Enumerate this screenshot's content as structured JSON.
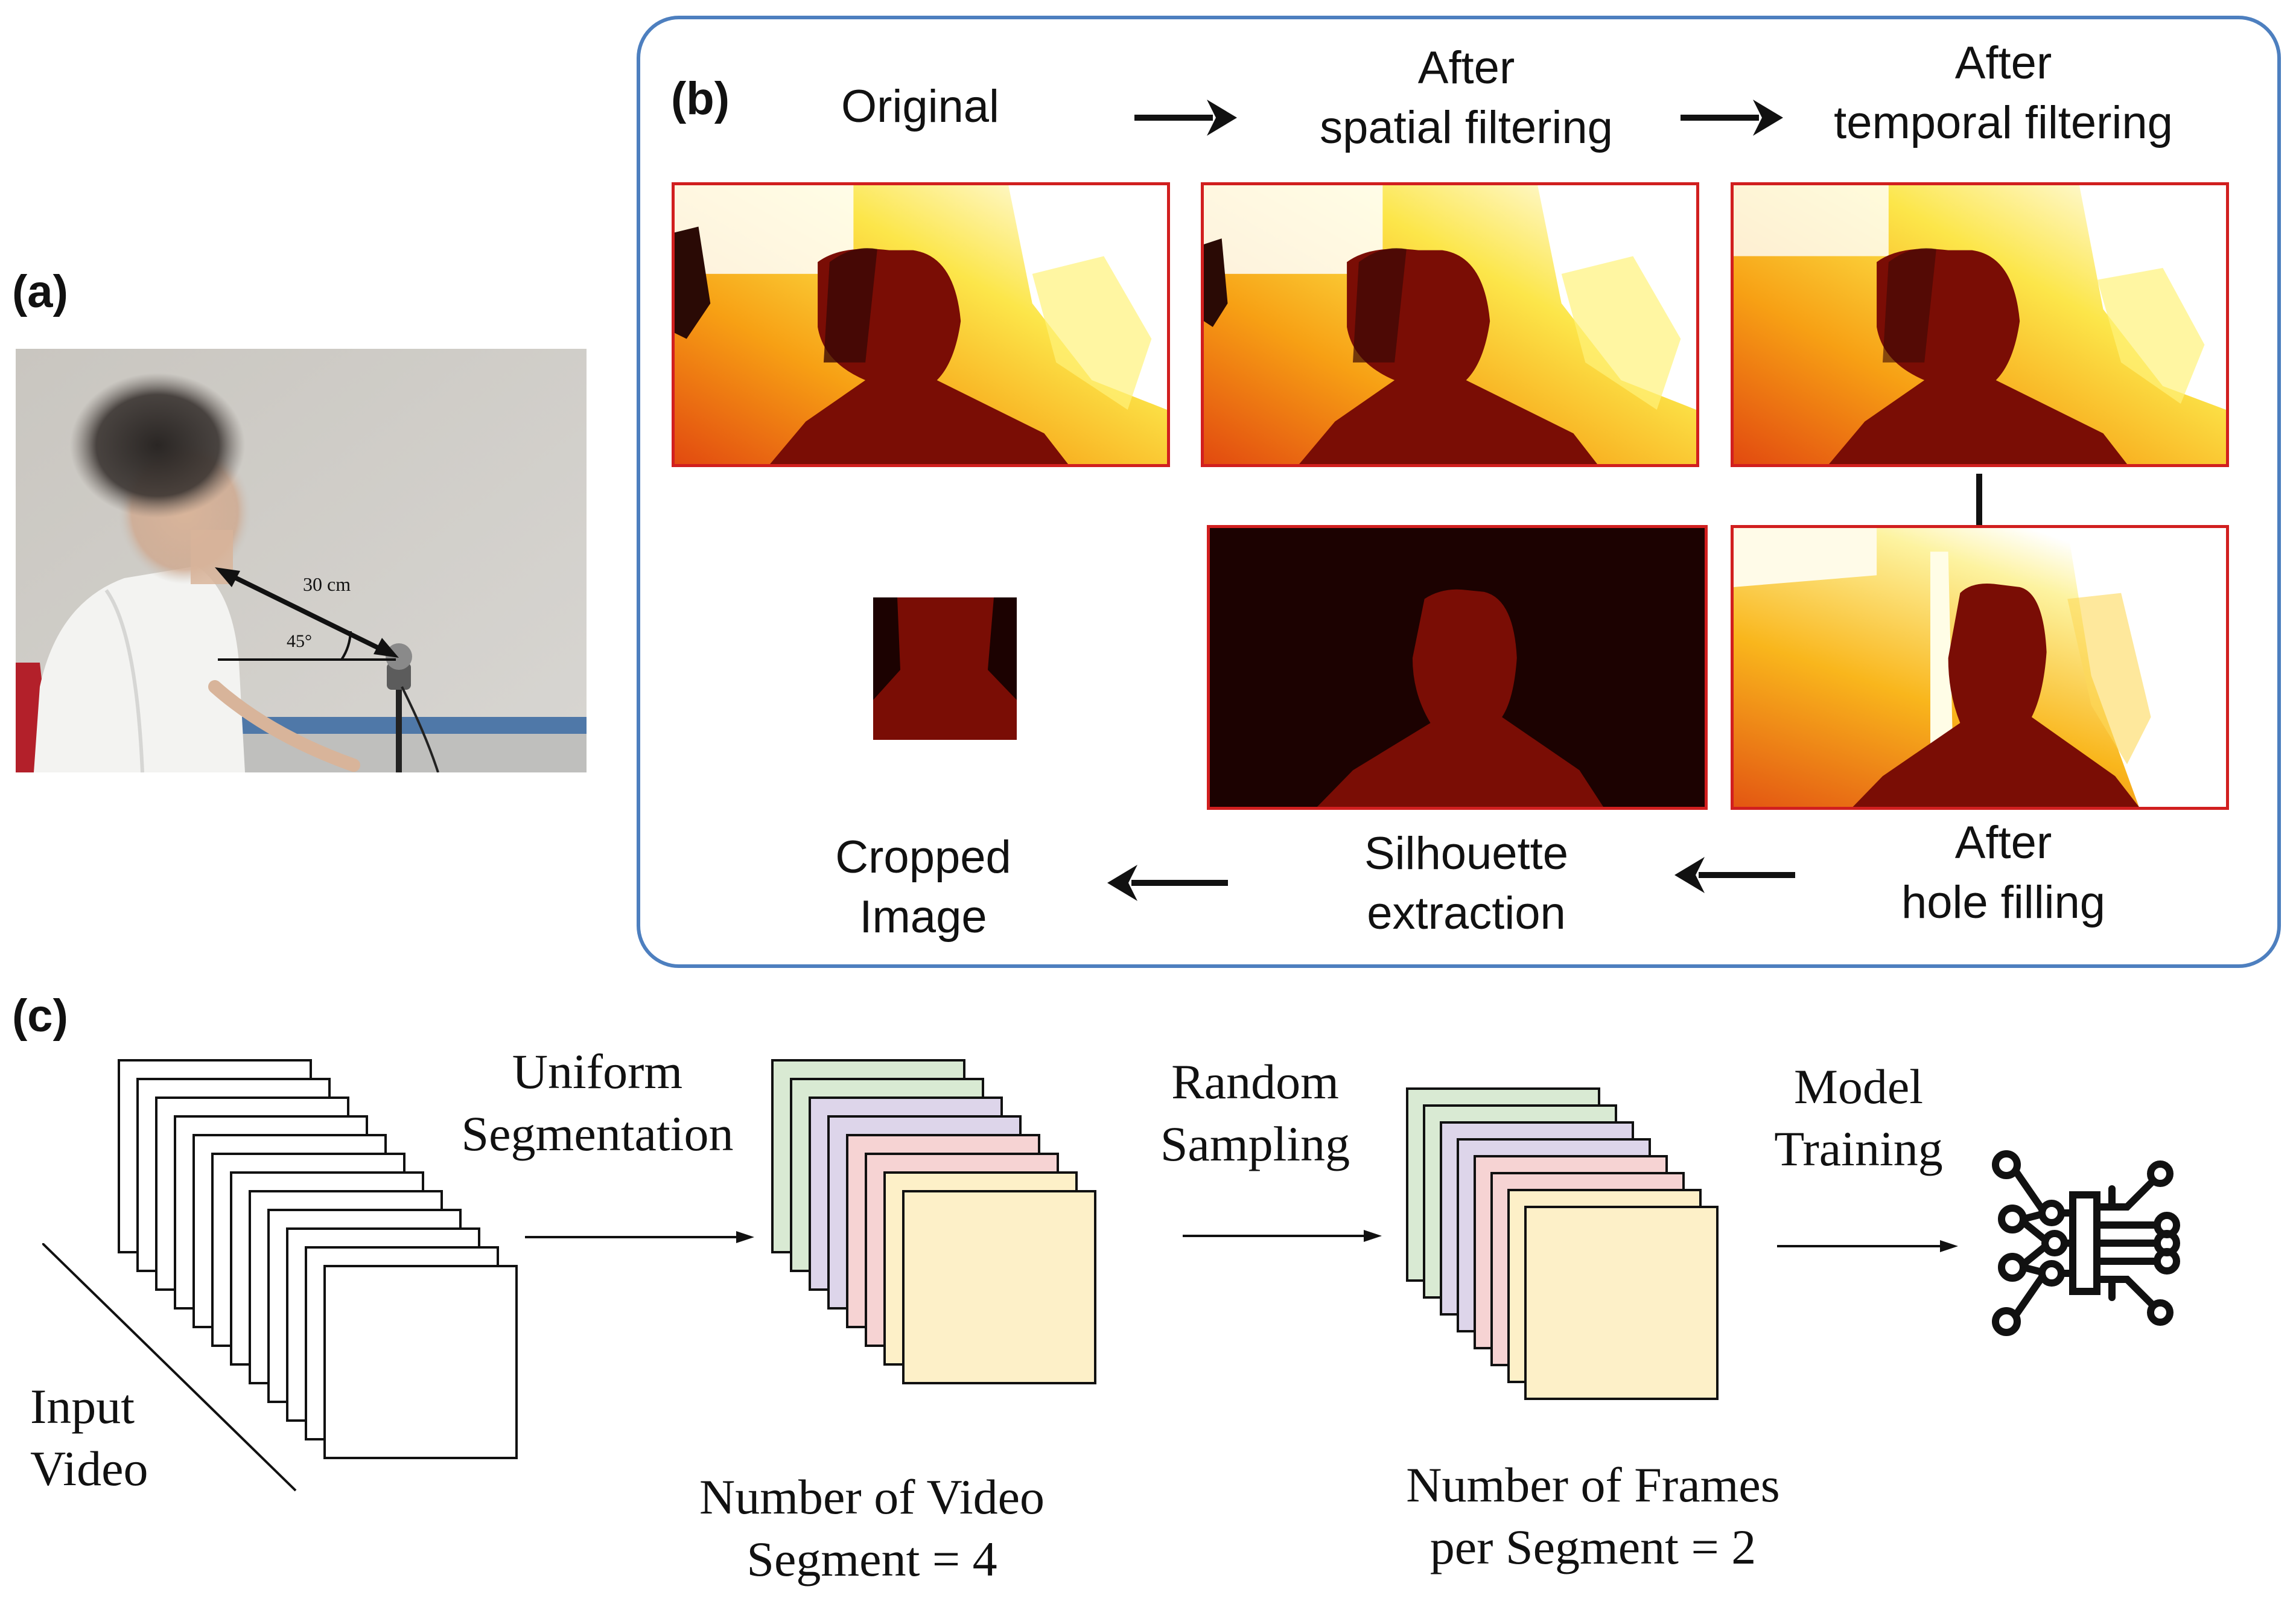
{
  "panel_a": {
    "label": "(a)",
    "distance_label": "30 cm",
    "angle_label": "45°"
  },
  "panel_b": {
    "label": "(b)",
    "captions": {
      "original": "Original",
      "spatial_line1": "After",
      "spatial_line2": "spatial filtering",
      "temporal_line1": "After",
      "temporal_line2": "temporal filtering",
      "hole_line1": "After",
      "hole_line2": "hole filling",
      "silhouette_line1": "Silhouette",
      "silhouette_line2": "extraction",
      "cropped_line1": "Cropped",
      "cropped_line2": "Image"
    }
  },
  "panel_c": {
    "label": "(c)",
    "input_line1": "Input",
    "input_line2": "Video",
    "uniform_line1": "Uniform",
    "uniform_line2": "Segmentation",
    "segments_line1": "Number of Video",
    "segments_line2": "Segment = 4",
    "random_line1": "Random",
    "random_line2": "Sampling",
    "frames_line1": "Number of Frames",
    "frames_line2": "per Segment = 2",
    "model_line1": "Model",
    "model_line2": "Training",
    "segment_colors": [
      "#d9ead3",
      "#ddd5ea",
      "#f6d3d3",
      "#fdf0c8"
    ]
  },
  "icons": [
    "arrow-right-icon",
    "arrow-down-icon",
    "arrow-left-icon",
    "neural-network-icon"
  ]
}
